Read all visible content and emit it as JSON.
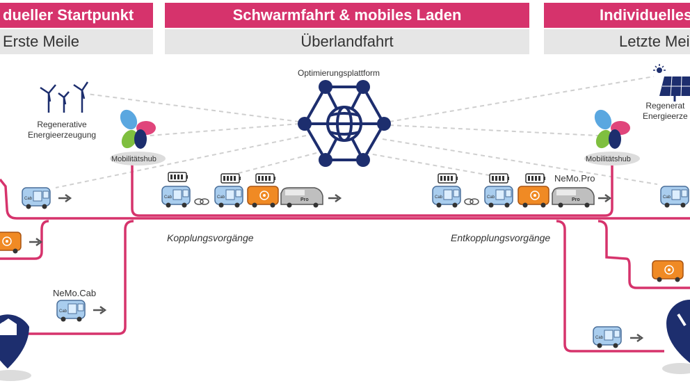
{
  "headers": {
    "left": "dueller Startpunkt",
    "center": "Schwarmfahrt & mobiles Laden",
    "right": "Individuelles"
  },
  "subheaders": {
    "left": "Erste Meile",
    "center": "Überlandfahrt",
    "right": "Letzte Meil"
  },
  "labels": {
    "platform": "Optimierungsplattform",
    "energy_left": "Regenerative\nEnergieerzeugung",
    "energy_right": "Regenerat\nEnergieerze",
    "hub_left": "Mobilitätshub",
    "hub_right": "Mobilitätshub",
    "coupling": "Kopplungsvorgänge",
    "decoupling": "Entkopplungsvorgänge",
    "nemo_pro": "NeMo.Pro",
    "nemo_cab": "NeMo.Cab",
    "cab": "Cab",
    "pro": "Pro"
  },
  "colors": {
    "accent": "#d6336c",
    "navy": "#1d2e6e",
    "cab_blue": "#9fc3e7",
    "battery_orange": "#f08a24",
    "gray_header": "#e6e6e6"
  }
}
